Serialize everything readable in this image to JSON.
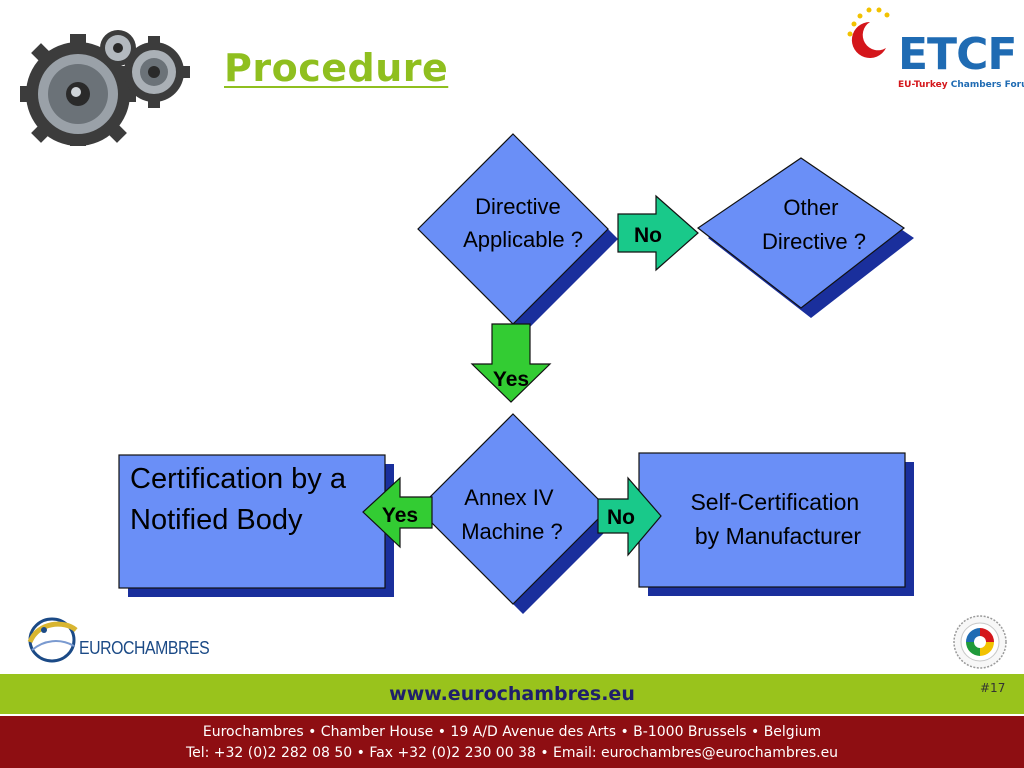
{
  "slide": {
    "title": "Procedure",
    "number": "#17"
  },
  "logos": {
    "gears": "gears-icon",
    "etcf": {
      "name": "ETCF",
      "tagline_prefix": "EU-Turkey",
      "tagline_suffix": " Chambers Forum"
    },
    "eurochambres": "EUROCHAMBRES",
    "tobb": "tobb-seal-icon"
  },
  "flowchart": {
    "directive_applicable": [
      "Directive",
      "Applicable ?"
    ],
    "other_directive": [
      "Other",
      "Directive ?"
    ],
    "annex_iv": [
      "Annex IV",
      "Machine ?"
    ],
    "notified_body": [
      "Certification by a",
      "Notified Body"
    ],
    "self_certification": [
      "Self-Certification",
      "by Manufacturer"
    ],
    "arrow_no_1": "No",
    "arrow_yes_1": "Yes",
    "arrow_yes_2": "Yes",
    "arrow_no_2": "No"
  },
  "footer": {
    "website": "www.eurochambres.eu",
    "address": "Eurochambres • Chamber House • 19 A/D Avenue des Arts • B-1000 Brussels • Belgium",
    "contact": "Tel: +32 (0)2 282 08 50 • Fax +32 (0)2 230 00 38 • Email: eurochambres@eurochambres.eu"
  },
  "colors": {
    "title": "#8fbf1f",
    "shape_fill": "#6a8ff7",
    "shape_shadow": "#1a2f9c",
    "arrow_fill": "#33cc33",
    "arrow_fill_teal": "#19c98a",
    "green_band": "#99c31c",
    "red_band": "#8e0e12"
  }
}
